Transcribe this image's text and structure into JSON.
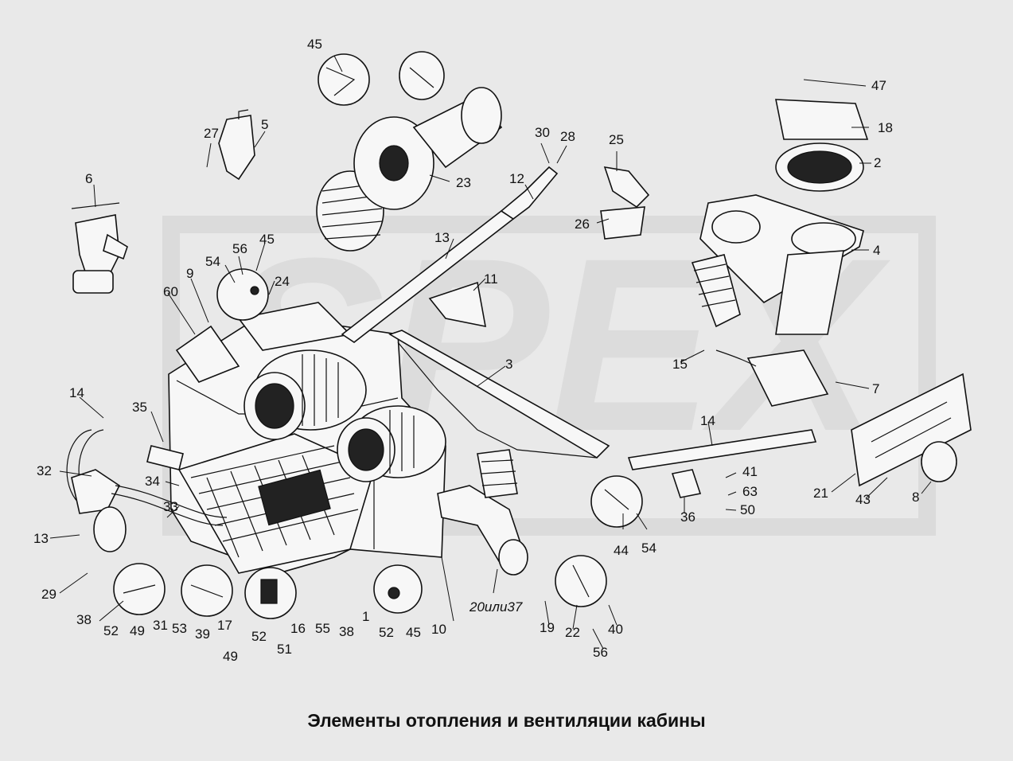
{
  "caption": "Элементы отопления и вентиляции кабины",
  "watermark": "SPEX",
  "colors": {
    "background": "#e9e9e9",
    "line": "#111111",
    "watermark": "#d2d2d2"
  },
  "callouts": [
    "45",
    "27",
    "5",
    "23",
    "30",
    "28",
    "25",
    "12",
    "26",
    "6",
    "13",
    "11",
    "56",
    "45",
    "54",
    "24",
    "9",
    "60",
    "3",
    "47",
    "18",
    "2",
    "4",
    "15",
    "7",
    "14",
    "35",
    "14",
    "41",
    "63",
    "50",
    "32",
    "34",
    "33",
    "13",
    "36",
    "44",
    "54",
    "21",
    "43",
    "8",
    "29",
    "38",
    "52",
    "49",
    "31",
    "53",
    "39",
    "17",
    "49",
    "52",
    "16",
    "51",
    "55",
    "38",
    "1",
    "52",
    "45",
    "10",
    "20или37",
    "19",
    "22",
    "56",
    "40"
  ]
}
